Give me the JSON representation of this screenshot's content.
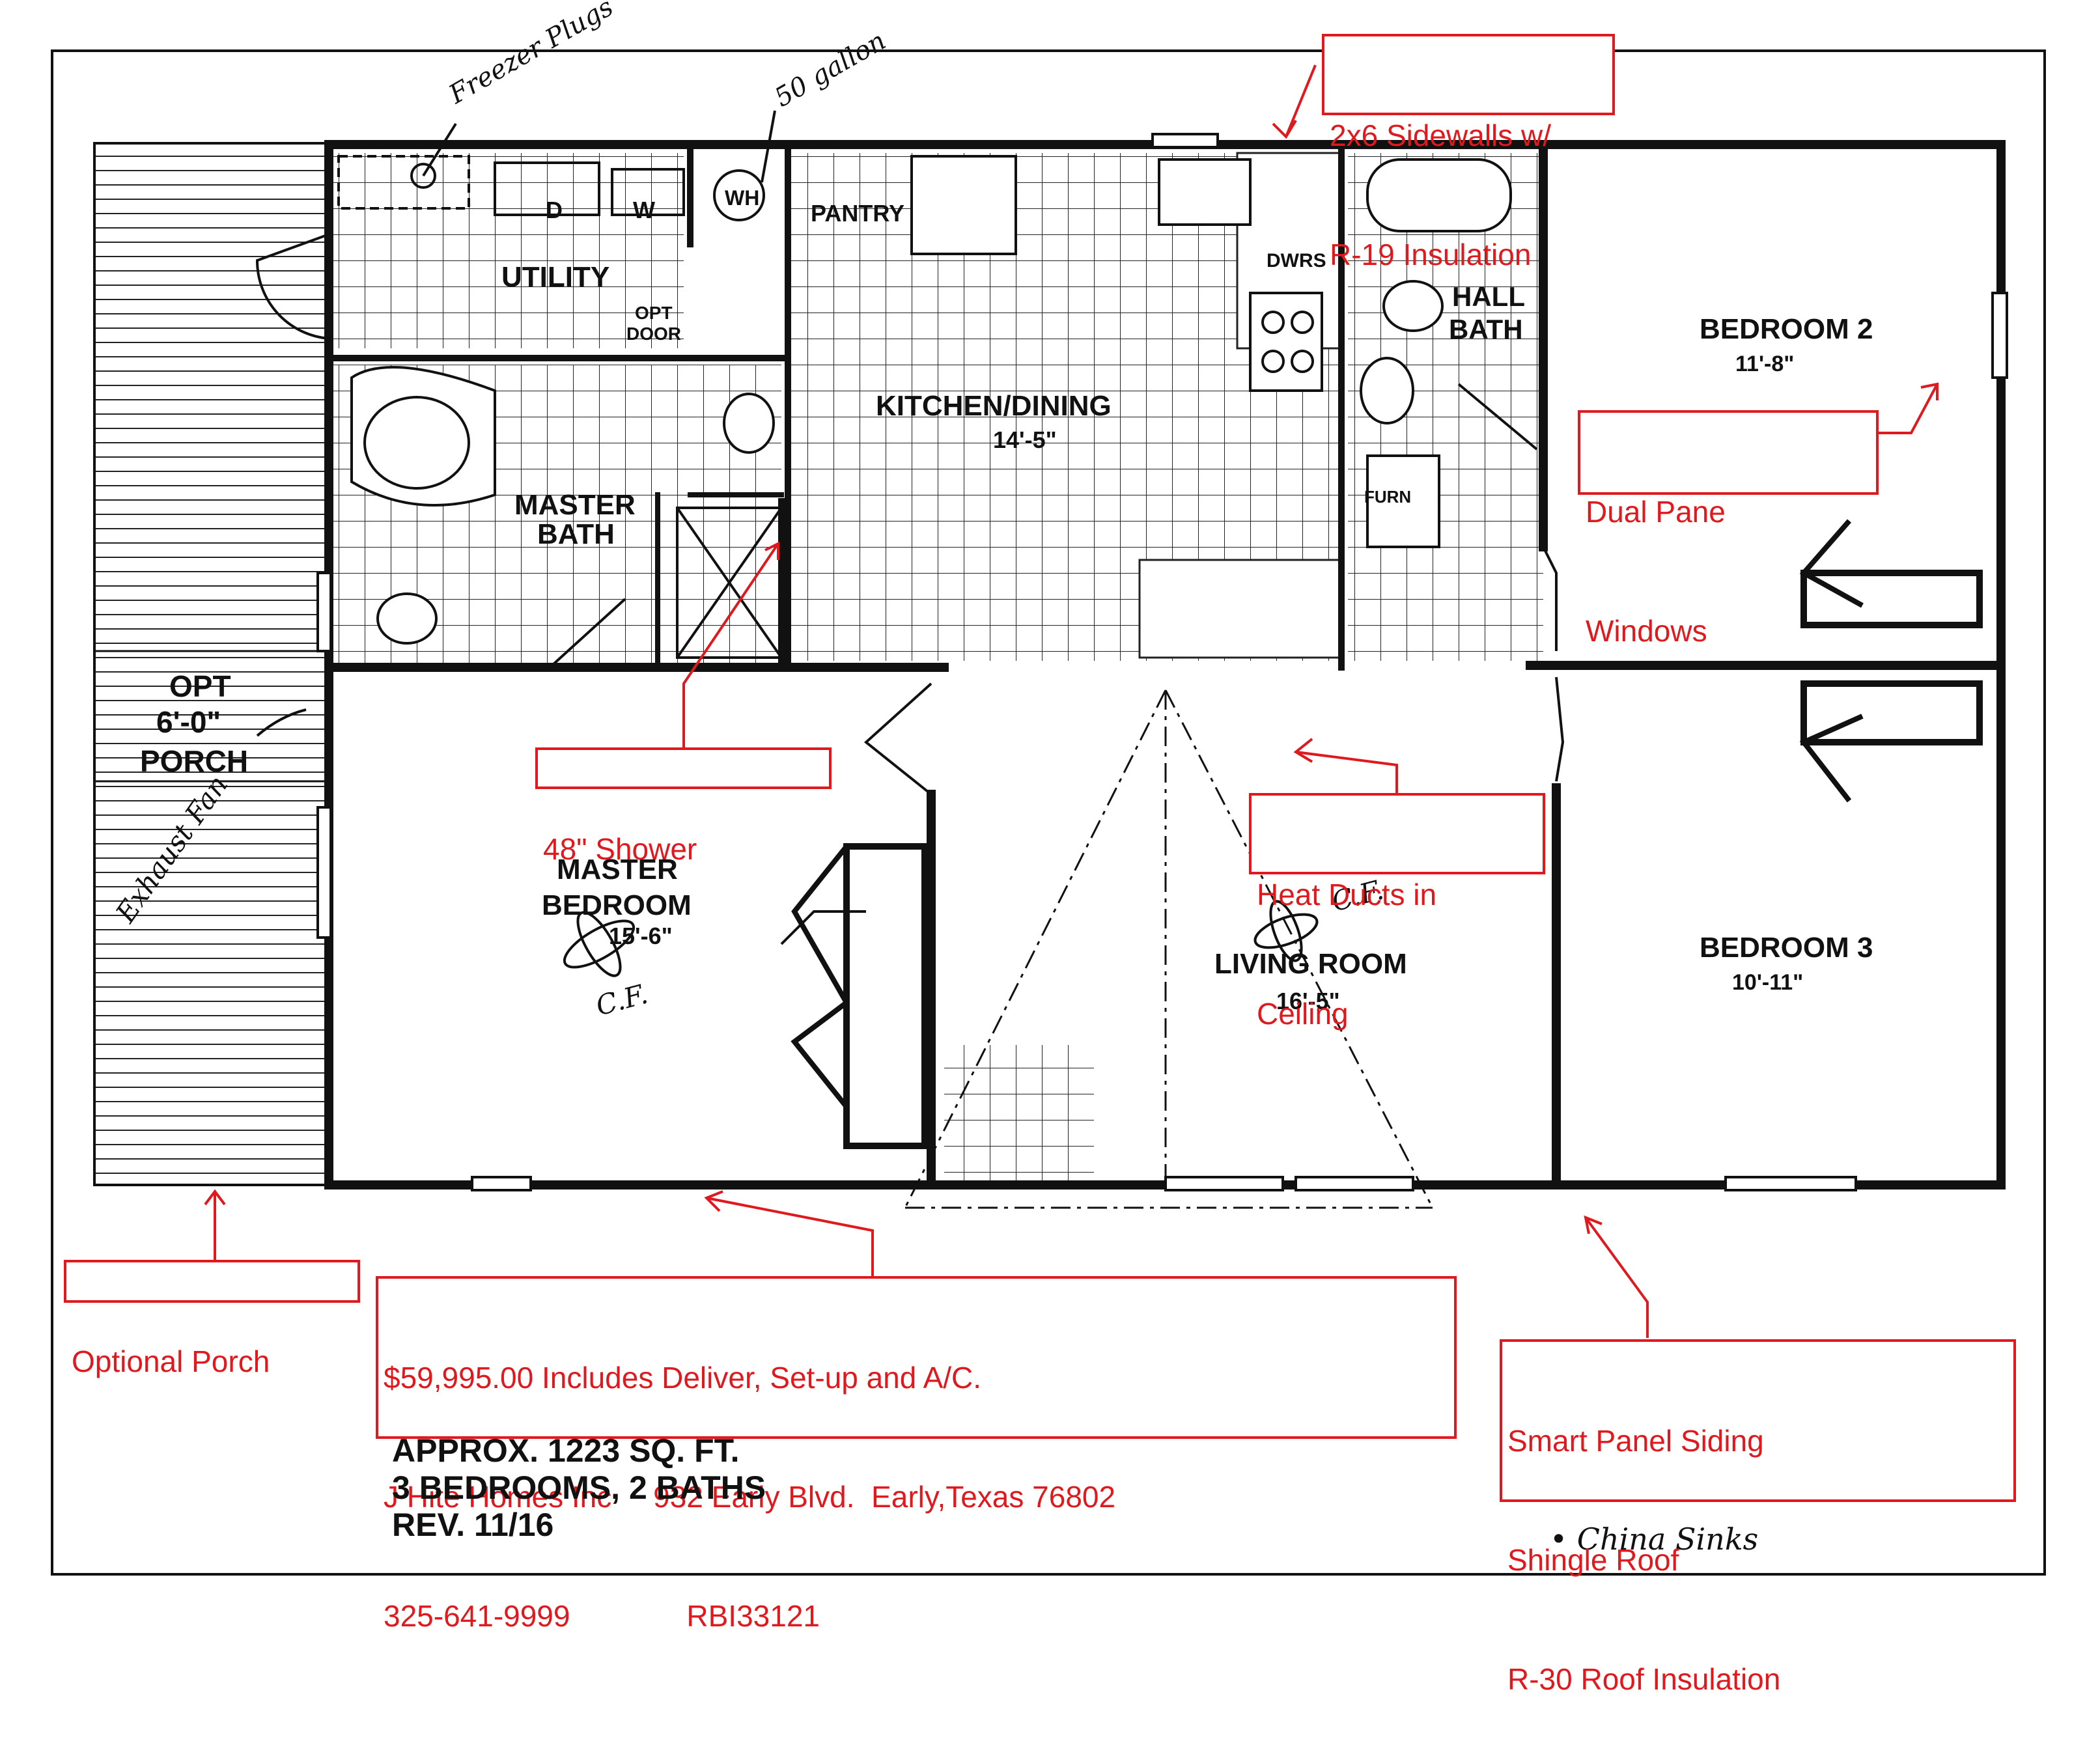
{
  "rooms": {
    "utility": "UTILITY",
    "dryer": "D",
    "washer": "W",
    "water_heater": "WH",
    "pantry": "PANTRY",
    "opt_door": [
      "OPT",
      "DOOR"
    ],
    "kitchen": "KITCHEN/DINING",
    "kitchen_dim": "14'-5\"",
    "dishwasher": "DWRS",
    "hall_bath": [
      "HALL",
      "BATH"
    ],
    "furnace": "FURN",
    "bedroom2": "BEDROOM 2",
    "bedroom2_dim": "11'-8\"",
    "master_bath": [
      "MASTER",
      "BATH"
    ],
    "porch": [
      "OPT",
      "6'-0\"",
      "PORCH"
    ],
    "master_bedroom": [
      "MASTER",
      "BEDROOM",
      "15'-6\""
    ],
    "living_room": "LIVING ROOM",
    "living_dim": "16'-5\"",
    "bedroom3": "BEDROOM 3",
    "bedroom3_dim": "10'-11\""
  },
  "handwritten": {
    "freezer": "Freezer Plugs",
    "gallon": "50 gallon",
    "cf": "C.F.",
    "exhaust": "Exhaust Fan",
    "china_sinks": "• China Sinks"
  },
  "callouts": {
    "sidewalls": [
      "2x6 Sidewalls w/",
      "R-19 Insulation"
    ],
    "windows": [
      "Dual Pane",
      "Windows"
    ],
    "shower": [
      "48\" Shower"
    ],
    "ducts": [
      "Heat Ducts in",
      "Ceiling"
    ],
    "porch": [
      "Optional Porch"
    ],
    "price": [
      "$59,995.00 Includes Deliver, Set-up and A/C.",
      "J Hite Homes Inc     932 Early Blvd.  Early,Texas 76802",
      "325-641-9999              RBI33121"
    ],
    "siding": [
      "Smart Panel Siding",
      "Shingle Roof",
      "R-30 Roof Insulation"
    ]
  },
  "summary": [
    "APPROX. 1223 SQ. FT.",
    "3 BEDROOMS, 2 BATHS",
    "REV. 11/16"
  ],
  "colors": {
    "annotation": "#e0191e",
    "ink": "#111111"
  }
}
